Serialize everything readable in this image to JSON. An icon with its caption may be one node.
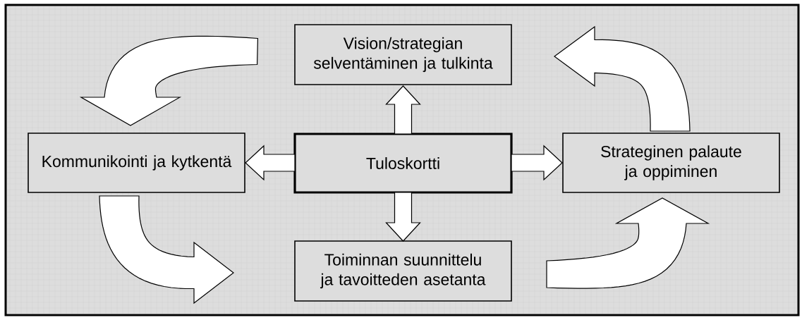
{
  "diagram": {
    "nodes": [
      {
        "text": [
          "Vision/strategian selventäminen ja tulkinta"
        ]
      },
      {
        "text": [
          "Kommunikointi ja kytkentä"
        ]
      },
      {
        "text": [
          "Tuloskortti"
        ]
      },
      {
        "text": [
          "Strateginen palaute ja oppiminen"
        ]
      },
      {
        "text": [
          "Toiminnan suunnittelu ja tavoitteden asetanta"
        ]
      }
    ],
    "edges": [
      {
        "from": 2,
        "to": 0,
        "arrow": "to"
      },
      {
        "from": 2,
        "to": 1,
        "arrow": "to"
      },
      {
        "from": 2,
        "to": 3,
        "arrow": "to"
      },
      {
        "from": 2,
        "to": 4,
        "arrow": "to"
      },
      {
        "from": 0,
        "to": 1,
        "arrow": "to"
      },
      {
        "from": 1,
        "to": 4,
        "arrow": "to"
      },
      {
        "from": 4,
        "to": 3,
        "arrow": "to"
      },
      {
        "from": 3,
        "to": 0,
        "arrow": "to"
      }
    ]
  }
}
